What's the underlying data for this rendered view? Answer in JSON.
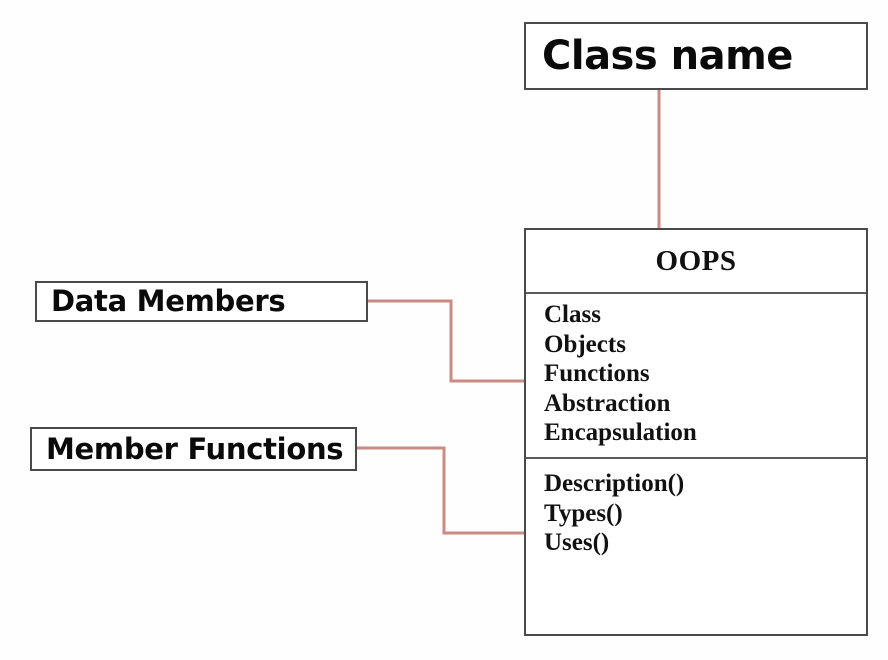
{
  "diagram": {
    "title_box": {
      "label": "Class name"
    },
    "annotations": [
      {
        "label": "Data Members"
      },
      {
        "label": "Member Functions"
      }
    ],
    "uml_class": {
      "name": "OOPS",
      "attributes": [
        "Class",
        "Objects",
        "Functions",
        "Abstraction",
        "Encapsulation"
      ],
      "methods": [
        "Description()",
        "Types()",
        "Uses()"
      ]
    },
    "colors": {
      "connector": "#c98b82",
      "box_border": "#4a4a4a",
      "compartment_divider": "#5a5a5a",
      "text": "#0a0a0a",
      "background": "#fefefe"
    }
  }
}
